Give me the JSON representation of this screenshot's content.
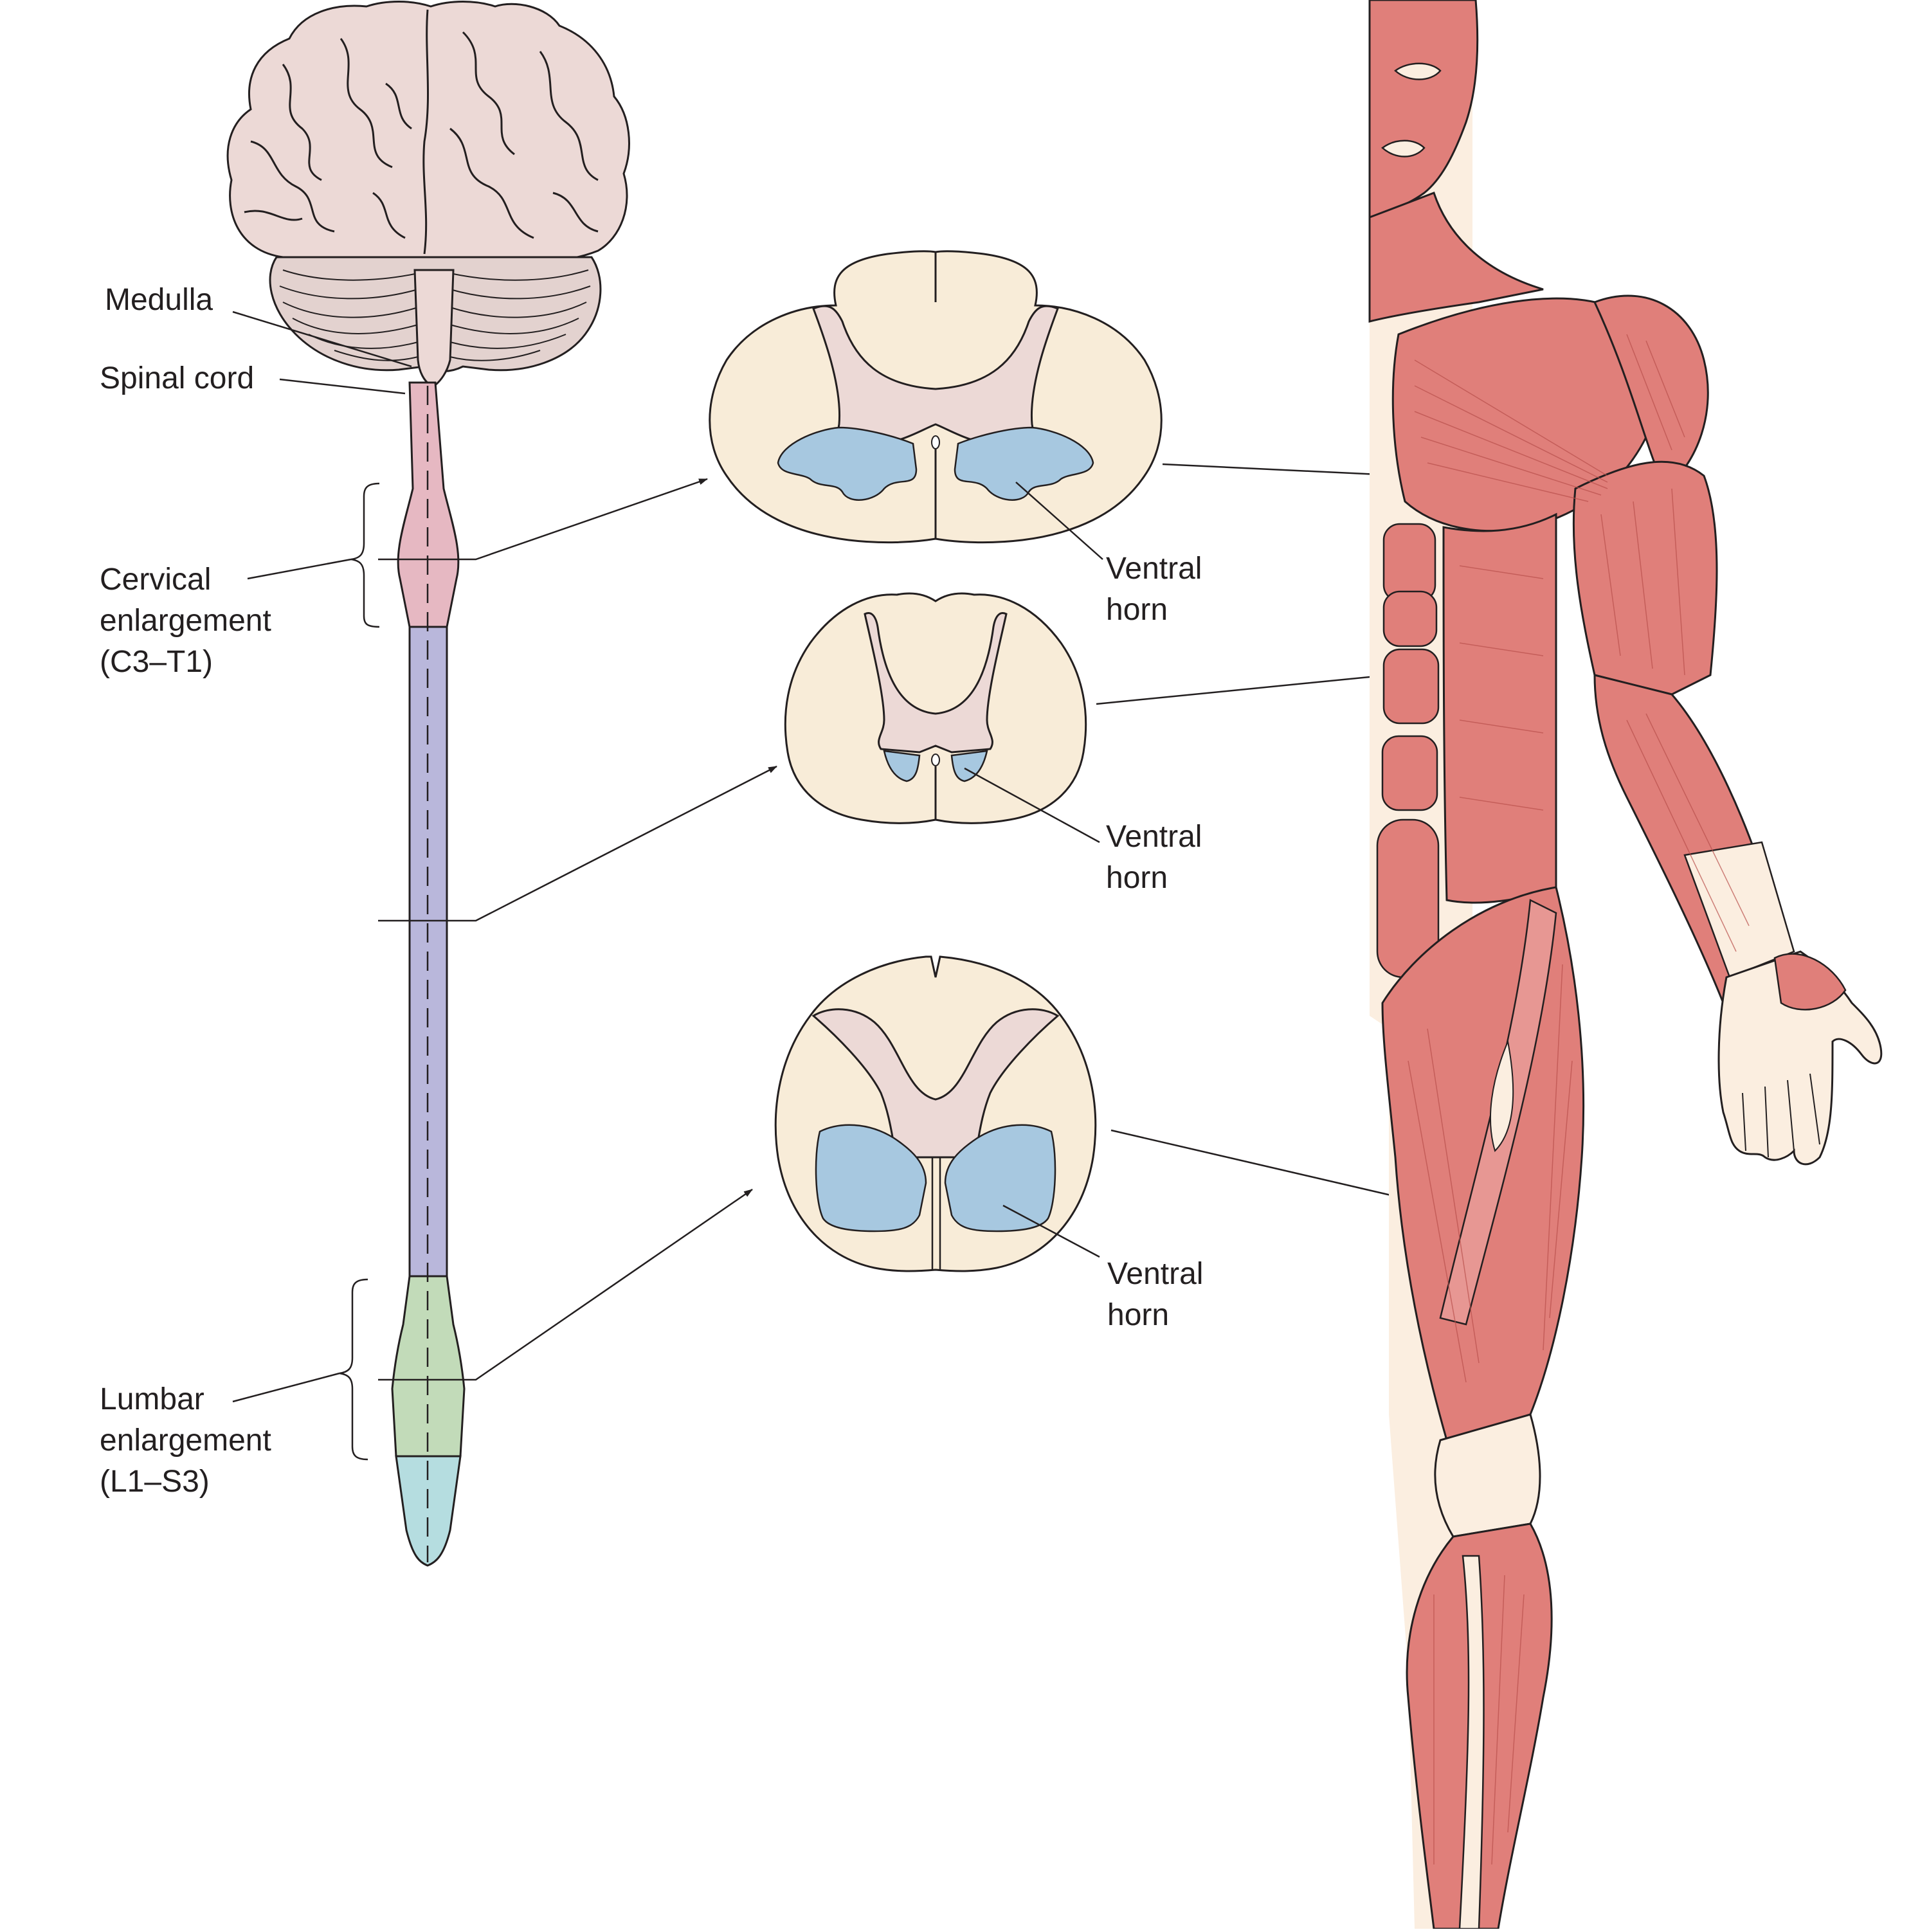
{
  "labels": {
    "medulla": "Medulla",
    "spinal_cord": "Spinal cord",
    "cervical": "Cervical\nenlargement\n(C3–T1)",
    "lumbar": "Lumbar\nenlargement\n(L1–S3)",
    "ventral_horn_1": "Ventral\nhorn",
    "ventral_horn_2": "Ventral\nhorn",
    "ventral_horn_3": "Ventral\nhorn"
  },
  "colors": {
    "brain": "#ecd9d6",
    "cerebellum": "#e3d2cf",
    "cervical_segment": "#e6b8c2",
    "thoracic_segment": "#b9b7db",
    "lumbar_segment": "#c2dbb9",
    "sacral_segment": "#b5dde0",
    "white_matter": "#f8ecd8",
    "gray_matter": "#ecd9d6",
    "ventral_horn": "#a7c8e0",
    "muscle": "#e07f7a",
    "skin_bone": "#fbeee0",
    "outline": "#231f20"
  }
}
